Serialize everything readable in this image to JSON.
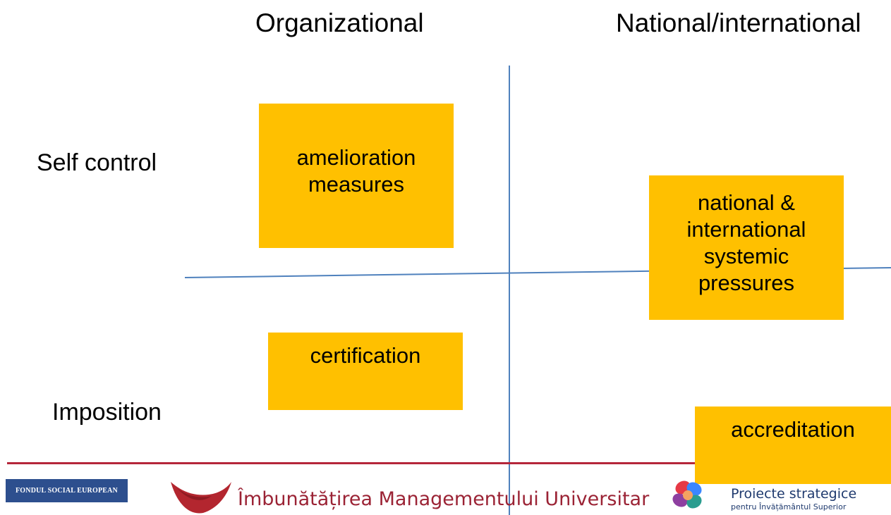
{
  "colors": {
    "box_fill": "#FFC000",
    "axis_line": "#4F81BD",
    "footer_rule": "#B5263A",
    "fse_badge": "#2D4F8E"
  },
  "columns": {
    "left": "Organizational",
    "right": "National/international"
  },
  "rows": {
    "top": "Self control",
    "bottom": "Imposition"
  },
  "boxes": {
    "amelioration": {
      "line1": "amelioration",
      "line2": "measures"
    },
    "national": {
      "line1": "national &",
      "line2": "international",
      "line3": "systemic",
      "line4": "pressures"
    },
    "certification": {
      "line1": "certification"
    },
    "accreditation": {
      "line1": "accreditation"
    }
  },
  "footer": {
    "fse_label": "FONDUL SOCIAL EUROPEAN",
    "project_title": "Îmbunătățirea Managementului Universitar",
    "strategic_title": "Proiecte strategice",
    "strategic_subtitle": "pentru Învățământul Superior",
    "left_logo_icon": "red-swoosh-logo-icon",
    "right_logo_icon": "petal-logo-icon"
  }
}
